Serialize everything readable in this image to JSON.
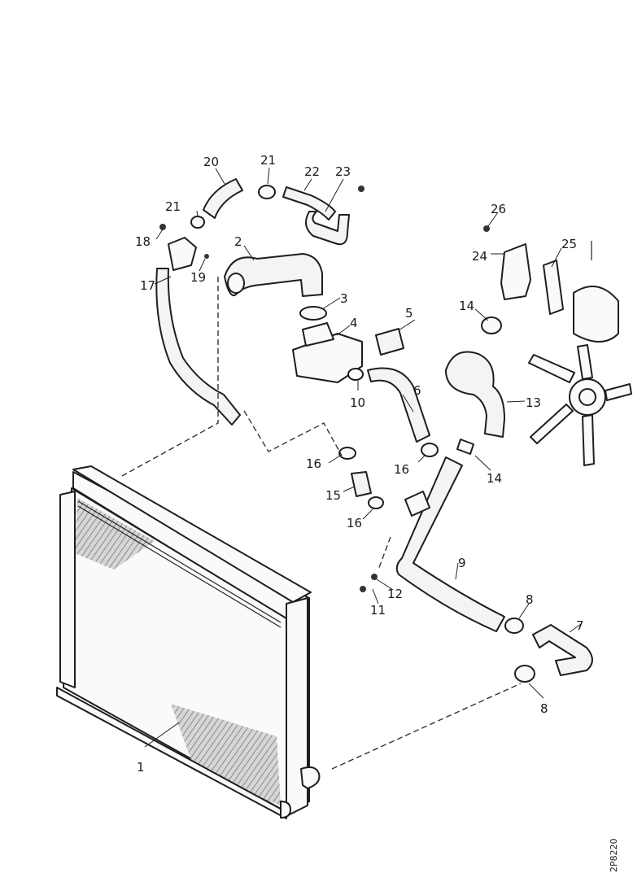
{
  "drawing_code": "2P8220",
  "callouts": [
    {
      "id": "label-1",
      "text": "1"
    },
    {
      "id": "label-2",
      "text": "2"
    },
    {
      "id": "label-3",
      "text": "3"
    },
    {
      "id": "label-4",
      "text": "4"
    },
    {
      "id": "label-5",
      "text": "5"
    },
    {
      "id": "label-6",
      "text": "6"
    },
    {
      "id": "label-7",
      "text": "7"
    },
    {
      "id": "label-8a",
      "text": "8"
    },
    {
      "id": "label-8b",
      "text": "8"
    },
    {
      "id": "label-9",
      "text": "9"
    },
    {
      "id": "label-10",
      "text": "10"
    },
    {
      "id": "label-11",
      "text": "11"
    },
    {
      "id": "label-12",
      "text": "12"
    },
    {
      "id": "label-13",
      "text": "13"
    },
    {
      "id": "label-14a",
      "text": "14"
    },
    {
      "id": "label-14b",
      "text": "14"
    },
    {
      "id": "label-15",
      "text": "15"
    },
    {
      "id": "label-16a",
      "text": "16"
    },
    {
      "id": "label-16b",
      "text": "16"
    },
    {
      "id": "label-16c",
      "text": "16"
    },
    {
      "id": "label-17",
      "text": "17"
    },
    {
      "id": "label-18",
      "text": "18"
    },
    {
      "id": "label-19",
      "text": "19"
    },
    {
      "id": "label-20",
      "text": "20"
    },
    {
      "id": "label-21a",
      "text": "21"
    },
    {
      "id": "label-21b",
      "text": "21"
    },
    {
      "id": "label-22",
      "text": "22"
    },
    {
      "id": "label-23",
      "text": "23"
    },
    {
      "id": "label-24",
      "text": "24"
    },
    {
      "id": "label-25",
      "text": "25"
    },
    {
      "id": "label-26",
      "text": "26"
    }
  ]
}
